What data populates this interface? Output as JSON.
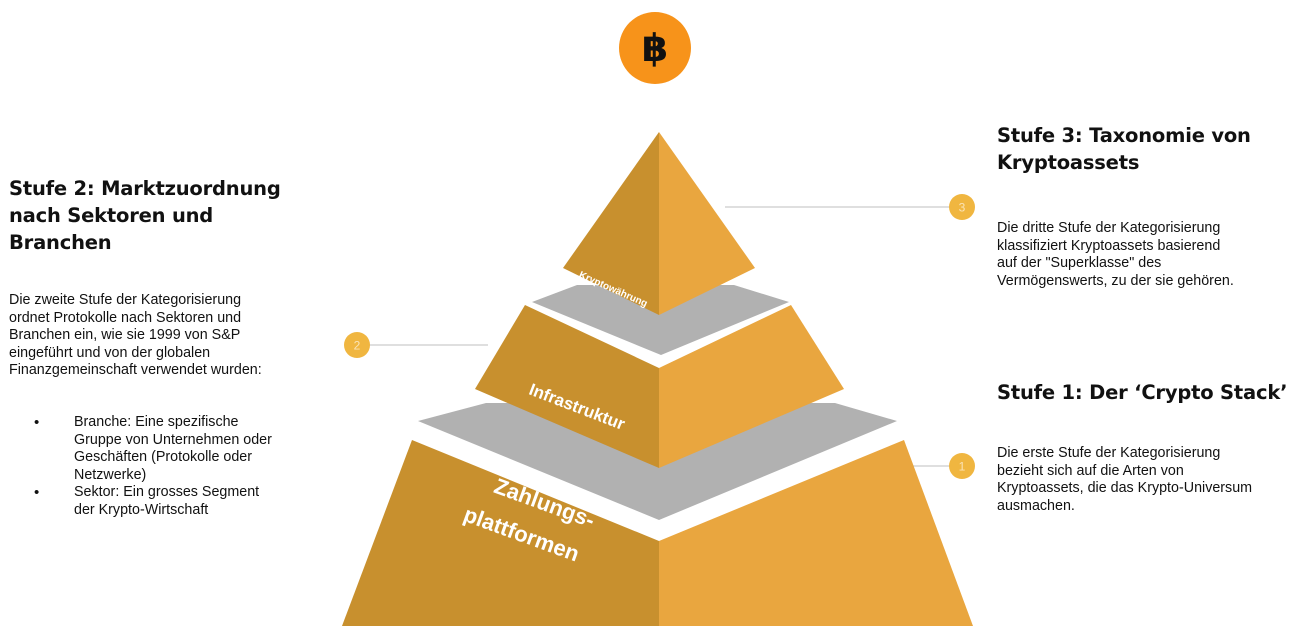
{
  "logo": {
    "icon": "bitcoin-icon",
    "glyph": "฿",
    "color": "#f7931a"
  },
  "colors": {
    "left_face": "#c8902e",
    "right_face": "#e9a63f",
    "gap_band": "#b1b1b1",
    "marker": "#f0b640",
    "connector_line": "#cccccc"
  },
  "pyramid": {
    "layers": [
      {
        "label": "Kryptowährung",
        "marker": "3"
      },
      {
        "label": "Infrastruktur",
        "marker": "2"
      },
      {
        "label_line1": "Zahlungs-",
        "label_line2": "plattformen",
        "marker": "1"
      }
    ]
  },
  "stufe2": {
    "heading_lines": [
      "Stufe 2: Marktzuordnung",
      "nach Sektoren und",
      "Branchen"
    ],
    "body_lines": [
      "Die zweite Stufe der Kategorisierung",
      "ordnet Protokolle nach Sektoren und",
      "Branchen ein, wie sie 1999 von S&P",
      "eingeführt und von der globalen",
      "Finanzgemeinschaft verwendet wurden:"
    ],
    "bullets": [
      {
        "lines": [
          "Branche: Eine spezifische",
          "Gruppe von Unternehmen oder",
          "Geschäften (Protokolle oder",
          "Netzwerke)"
        ]
      },
      {
        "lines": [
          "Sektor: Ein grosses Segment",
          "der Krypto-Wirtschaft"
        ]
      }
    ]
  },
  "stufe3": {
    "heading_lines": [
      "Stufe 3: Taxonomie von",
      "Kryptoassets"
    ],
    "body_lines": [
      "Die dritte Stufe der Kategorisierung",
      "klassifiziert Kryptoassets basierend",
      "auf der \"Superklasse\" des",
      "Vermögenswerts, zu der sie gehören."
    ]
  },
  "stufe1": {
    "heading": "Stufe 1: Der ‘Crypto Stack’",
    "body_lines": [
      "Die erste Stufe der Kategorisierung",
      "bezieht sich auf die Arten von",
      "Kryptoassets, die das Krypto-Universum",
      "ausmachen."
    ]
  }
}
